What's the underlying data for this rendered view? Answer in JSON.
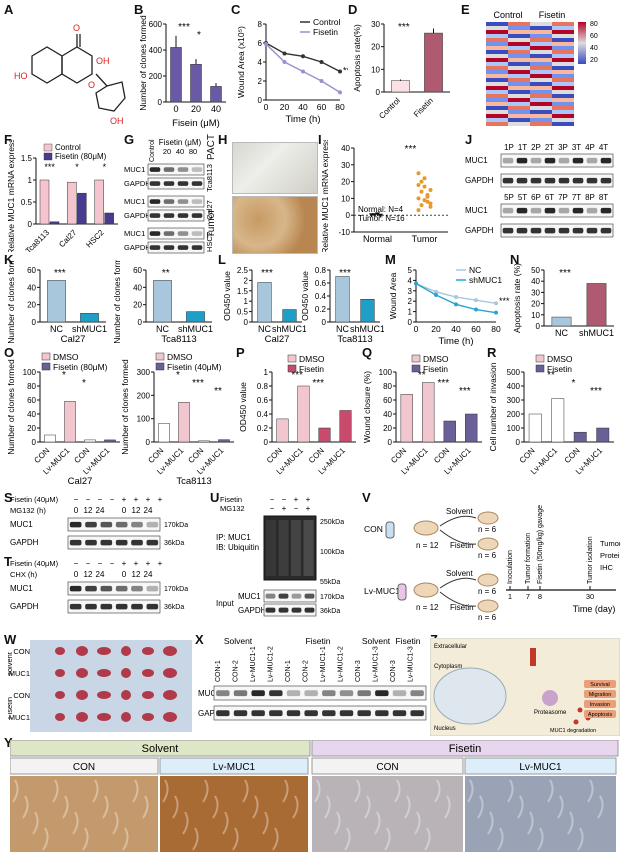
{
  "panel_letters": [
    "A",
    "B",
    "C",
    "D",
    "E",
    "F",
    "G",
    "H",
    "I",
    "J",
    "K",
    "L",
    "M",
    "N",
    "O",
    "P",
    "Q",
    "R",
    "S",
    "T",
    "U",
    "V",
    "W",
    "X",
    "Y",
    "Z"
  ],
  "colors": {
    "control": "#f4c5cf",
    "treat": "#4a3b8f",
    "bar_B": "#6a5aa6",
    "fisetin_D": "#b05a72",
    "nc": "#a9c7dc",
    "sh": "#1f9fc7",
    "dmso": "#f2c6cf",
    "fis": "#6b5f97",
    "cyan_line": "#29a5cf"
  },
  "chart_data": [
    {
      "id": "B",
      "type": "bar",
      "categories": [
        "0",
        "20",
        "40"
      ],
      "values": [
        420,
        290,
        120
      ],
      "errors": [
        90,
        40,
        25
      ],
      "xlabel": "Fisein (μM)",
      "ylabel": "Number of clones formed",
      "ylim": [
        0,
        600
      ],
      "yticks": [
        0,
        200,
        400,
        600
      ],
      "sig": [
        "***",
        "*"
      ]
    },
    {
      "id": "C",
      "type": "line",
      "x": [
        0,
        20,
        40,
        60,
        80
      ],
      "series": [
        {
          "name": "Control",
          "values": [
            6.0,
            4.9,
            4.6,
            4.0,
            3.0
          ]
        },
        {
          "name": "Fisetin",
          "values": [
            5.9,
            4.0,
            3.0,
            2.0,
            0.8
          ]
        }
      ],
      "xlabel": "Time (h)",
      "ylabel": "Wound Area (x10⁵)",
      "ylim": [
        0,
        8
      ],
      "yticks": [
        0,
        2,
        4,
        6,
        8
      ],
      "xticks": [
        0,
        20,
        40,
        60,
        80
      ],
      "sig": "**"
    },
    {
      "id": "D",
      "type": "bar",
      "categories": [
        "Control",
        "Fisetin"
      ],
      "values": [
        5,
        26
      ],
      "errors": [
        0.5,
        2
      ],
      "ylabel": "Apoptosis rate(%)",
      "ylim": [
        0,
        30
      ],
      "yticks": [
        0,
        10,
        20,
        30
      ],
      "sig": "***"
    },
    {
      "id": "E",
      "type": "heatmap",
      "columns": [
        "Control",
        "Fisetin"
      ],
      "scale_ticks": [
        "80",
        "60",
        "40",
        "20"
      ]
    },
    {
      "id": "F",
      "type": "bar",
      "categories": [
        "Tca8113",
        "Cal27",
        "HSC2"
      ],
      "series": [
        {
          "name": "Control",
          "values": [
            1.0,
            0.95,
            1.0
          ]
        },
        {
          "name": "Fisetin (80μM)",
          "values": [
            0.05,
            0.7,
            0.25
          ]
        }
      ],
      "ylabel": "Relative MUC1 mRNA expression",
      "ylim": [
        0,
        1.5
      ],
      "yticks": [
        0,
        0.5,
        1.0,
        1.5
      ],
      "sig": [
        "***",
        "*",
        "*"
      ]
    },
    {
      "id": "I",
      "type": "scatter",
      "categories": [
        "Normal",
        "Tumor"
      ],
      "ylabel": "Relative MUC1 mRNA expression",
      "ylim": [
        -10,
        40
      ],
      "yticks": [
        -10,
        0,
        10,
        20,
        30,
        40
      ],
      "annotation": [
        "Normal: N=4",
        "Tumor: N=16"
      ],
      "sig": "***",
      "values": [
        [
          0,
          0,
          0.5,
          -0.3
        ],
        [
          3,
          6,
          9,
          12,
          15,
          18,
          20,
          22,
          8,
          5,
          10,
          14,
          17,
          11,
          7,
          25
        ]
      ]
    },
    {
      "id": "K1",
      "type": "bar",
      "categories": [
        "NC",
        "shMUC1"
      ],
      "values": [
        48,
        10
      ],
      "ylim": [
        0,
        60
      ],
      "yticks": [
        0,
        20,
        40,
        60
      ],
      "xlabel": "Cal27",
      "ylabel": "Number of clones formed",
      "sig": "***"
    },
    {
      "id": "K2",
      "type": "bar",
      "categories": [
        "NC",
        "shMUC1"
      ],
      "values": [
        48,
        12
      ],
      "ylim": [
        0,
        60
      ],
      "yticks": [
        0,
        20,
        40,
        60
      ],
      "xlabel": "Tca8113",
      "ylabel": "Number of clones formed",
      "sig": "**"
    },
    {
      "id": "L1",
      "type": "bar",
      "categories": [
        "NC",
        "shMUC1"
      ],
      "values": [
        1.9,
        0.6
      ],
      "ylim": [
        0,
        2.5
      ],
      "yticks": [
        0.0,
        0.5,
        1.0,
        1.5,
        2.0,
        2.5
      ],
      "xlabel": "Cal27",
      "ylabel": "OD450 value",
      "sig": "***"
    },
    {
      "id": "L2",
      "type": "bar",
      "categories": [
        "NC",
        "shMUC1"
      ],
      "values": [
        0.7,
        0.35
      ],
      "ylim": [
        0,
        0.8
      ],
      "yticks": [
        0.0,
        0.2,
        0.4,
        0.6,
        0.8
      ],
      "xlabel": "Tca8113",
      "ylabel": "OD450 value",
      "sig": "***"
    },
    {
      "id": "M",
      "type": "line",
      "x": [
        0,
        20,
        40,
        60,
        80
      ],
      "series": [
        {
          "name": "NC",
          "values": [
            3.7,
            2.9,
            2.4,
            2.1,
            1.8
          ]
        },
        {
          "name": "shMUC1",
          "values": [
            3.7,
            2.6,
            1.7,
            1.2,
            0.9
          ]
        }
      ],
      "xlabel": "Time (h)",
      "ylabel": "Wound Area",
      "ylim": [
        0,
        5
      ],
      "yticks": [
        0,
        1,
        2,
        3,
        4,
        5
      ],
      "xticks": [
        0,
        20,
        40,
        60,
        80
      ],
      "sig": "***"
    },
    {
      "id": "N",
      "type": "bar",
      "categories": [
        "NC",
        "shMUC1"
      ],
      "values": [
        8,
        38
      ],
      "ylim": [
        0,
        50
      ],
      "yticks": [
        0,
        10,
        20,
        30,
        40,
        50
      ],
      "ylabel": "Apoptosis rate (%)",
      "sig": "***"
    },
    {
      "id": "O1",
      "type": "bar",
      "categories": [
        "CON",
        "Lv-MUC1",
        "CON",
        "Lv-MUC1"
      ],
      "values": [
        10,
        58,
        3,
        3
      ],
      "ylim": [
        0,
        100
      ],
      "yticks": [
        0,
        20,
        40,
        60,
        80,
        100
      ],
      "xlabel": "Cal27",
      "ylabel": "Number of clones formed",
      "legend": [
        "DMSO",
        "Fisetin (80μM)"
      ],
      "sig": [
        "*",
        "*"
      ]
    },
    {
      "id": "O2",
      "type": "bar",
      "categories": [
        "CON",
        "Lv-MUC1",
        "CON",
        "Lv-MUC1"
      ],
      "values": [
        80,
        170,
        5,
        10
      ],
      "ylim": [
        0,
        300
      ],
      "yticks": [
        0,
        100,
        200,
        300
      ],
      "xlabel": "Tca8113",
      "ylabel": "Number of clones formed",
      "legend": [
        "DMSO",
        "Fisetin (40μM)"
      ],
      "sig": [
        "*",
        "***",
        "**"
      ]
    },
    {
      "id": "P",
      "type": "bar",
      "categories": [
        "CON",
        "Lv-MUC1",
        "CON",
        "Lv-MUC1"
      ],
      "values": [
        0.33,
        0.8,
        0.2,
        0.45
      ],
      "ylim": [
        0,
        1.0
      ],
      "yticks": [
        0.0,
        0.2,
        0.4,
        0.6,
        0.8,
        1.0
      ],
      "ylabel": "OD450 value",
      "legend": [
        "DMSO",
        "Fisetin"
      ],
      "sig": [
        "***",
        "***"
      ]
    },
    {
      "id": "Q",
      "type": "bar",
      "categories": [
        "CON",
        "Lv-MUC1",
        "CON",
        "Lv-MUC1"
      ],
      "values": [
        68,
        85,
        30,
        40
      ],
      "ylim": [
        0,
        100
      ],
      "yticks": [
        0,
        20,
        40,
        60,
        80,
        100
      ],
      "ylabel": "Wound closure (%)",
      "legend": [
        "DMSO",
        "Fisetin"
      ],
      "sig": [
        "**",
        "***",
        "***"
      ]
    },
    {
      "id": "R",
      "type": "bar",
      "categories": [
        "CON",
        "Lv-MUC1",
        "CON",
        "Lv-MUC1"
      ],
      "values": [
        200,
        310,
        70,
        100
      ],
      "ylim": [
        0,
        500
      ],
      "yticks": [
        0,
        100,
        200,
        300,
        400,
        500
      ],
      "ylabel": "Cell number of invasion",
      "legend": [
        "DMSO",
        "Fisetin"
      ],
      "sig": [
        "**",
        "*",
        "***"
      ]
    }
  ],
  "panelG": {
    "header": "Fisetin (μM)",
    "cols": [
      "Control",
      "20",
      "40",
      "80"
    ],
    "rows": [
      "MUC1",
      "GAPDH",
      "MUC1",
      "GAPDH",
      "MUC1",
      "GAPDH"
    ],
    "cells": [
      "Tca8113",
      "Cal27",
      "HSC2"
    ]
  },
  "panelH": {
    "rows": [
      "PACT",
      "Tumor"
    ]
  },
  "panelJ": {
    "top": [
      "1P",
      "1T",
      "2P",
      "2T",
      "3P",
      "3T",
      "4P",
      "4T"
    ],
    "bottom": [
      "5P",
      "5T",
      "6P",
      "6T",
      "7P",
      "7T",
      "8P",
      "8T"
    ],
    "rows": [
      "MUC1",
      "GAPDH",
      "MUC1",
      "GAPDH"
    ]
  },
  "panelS": {
    "rows": [
      "Fisetin (40μM)",
      "MG132 (h)"
    ],
    "fis": [
      "−",
      "−",
      "−",
      "−",
      "+",
      "+",
      "+",
      "+"
    ],
    "time": [
      "0",
      "12",
      "24",
      "",
      "0",
      "12",
      "24",
      ""
    ],
    "blots": [
      "MUC1",
      "GAPDH"
    ],
    "kda": [
      "170kDa",
      "36kDa"
    ]
  },
  "panelT": {
    "rows": [
      "Fisetin (40μM)",
      "CHX (h)"
    ],
    "fis": [
      "−",
      "−",
      "−",
      "−",
      "+",
      "+",
      "+",
      "+"
    ],
    "time": [
      "0",
      "12",
      "24",
      "",
      "0",
      "12",
      "24",
      ""
    ],
    "blots": [
      "MUC1",
      "GAPDH"
    ],
    "kda": [
      "170kDa",
      "36kDa"
    ]
  },
  "panelU": {
    "rows": [
      "Fisetin",
      "MG132"
    ],
    "fis": [
      "−",
      "−",
      "+",
      "+"
    ],
    "mg": [
      "−",
      "+",
      "−",
      "+"
    ],
    "ip": "IP: MUC1",
    "ib": "IB: Ubiquitin",
    "input": "Input",
    "kda": [
      "250kDa",
      "100kDa",
      "55kDa",
      "170kDa",
      "36kDa"
    ],
    "blots": [
      "MUC1",
      "GAPDH"
    ]
  },
  "panelV": {
    "groups": [
      "CON",
      "Lv-MUC1"
    ],
    "n12": "n = 12",
    "n6": "n = 6",
    "arms": [
      "Solvent",
      "Fisetin"
    ],
    "timeline": [
      "Inoculation",
      "Tumor formation",
      "Fisetin (50mg/kg) gavage",
      "Tumor isolation"
    ],
    "ticks": [
      "1",
      "7",
      "8",
      "30"
    ],
    "xlabel": "Time (day)",
    "outputs": [
      "Tumor volume",
      "Protein detection",
      "IHC"
    ]
  },
  "panelW": {
    "rows": [
      "CON",
      "Lv-MUC1",
      "CON",
      "Lv-MUC1"
    ],
    "groups": [
      "solvent",
      "Fisetin"
    ]
  },
  "panelX": {
    "groups": [
      "Solvent",
      "Fisetin",
      "Solvent",
      "Fisetin"
    ],
    "lanes": [
      "CON-1",
      "CON-2",
      "Lv-MUC1-1",
      "Lv-MUC1-2",
      "CON-1",
      "CON-2",
      "Lv-MUC1-1",
      "Lv-MUC1-2",
      "CON-3",
      "Lv-MUC1-3",
      "CON-3",
      "Lv-MUC1-3"
    ],
    "rows": [
      "MUC1",
      "GAPDH"
    ]
  },
  "panelY": {
    "groups": [
      "Solvent",
      "Fisetin"
    ],
    "cols": [
      "CON",
      "Lv-MUC1",
      "CON",
      "Lv-MUC1"
    ]
  },
  "panelZ": {
    "labels": [
      "Extracellular",
      "Cytoplasm",
      "Nucleus",
      "Proteasome",
      "MUC1 degradation",
      "Survival",
      "Migration",
      "Invasion",
      "Apoptosis"
    ]
  }
}
